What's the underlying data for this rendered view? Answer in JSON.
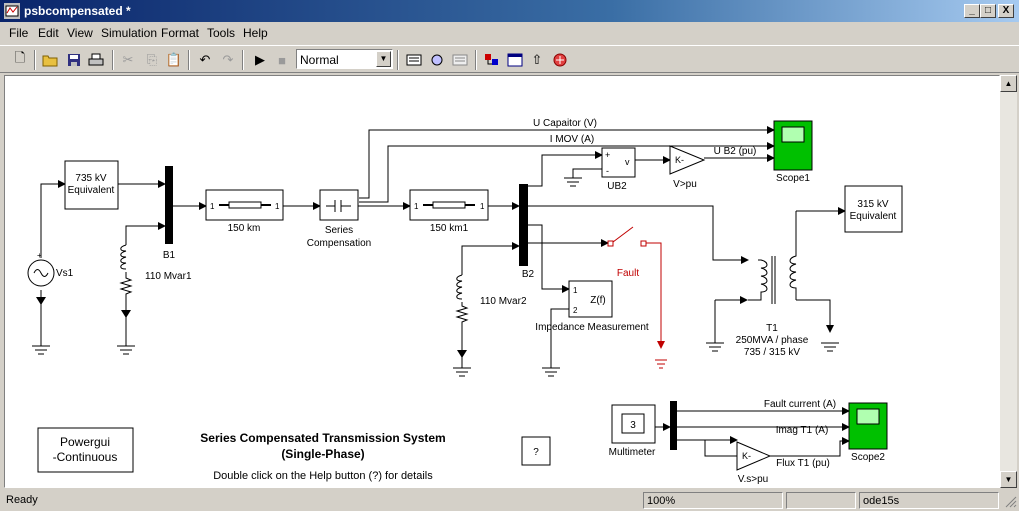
{
  "window": {
    "title": "psbcompensated *",
    "controls": [
      "_",
      "□",
      "X"
    ]
  },
  "menu": [
    "File",
    "Edit",
    "View",
    "Simulation",
    "Format",
    "Tools",
    "Help"
  ],
  "toolbar": {
    "sim_mode": "Normal"
  },
  "diagram": {
    "title_line1": "Series Compensated Transmission System",
    "title_line2": "(Single-Phase)",
    "help_hint": "Double click on the Help button (?) for details",
    "powergui_line1": "Powergui",
    "powergui_line2": "-Continuous",
    "help_button": "?",
    "source_735": [
      "735 kV",
      "Equivalent"
    ],
    "source_315": [
      "315 kV",
      "Equivalent"
    ],
    "vs1": "Vs1",
    "b1": "B1",
    "b2": "B2",
    "line1": "150 km",
    "line2": "150 km1",
    "series_comp": [
      "Series",
      "Compensation"
    ],
    "shunt1": "110 Mvar1",
    "shunt2": "110 Mvar2",
    "ub2": "UB2",
    "vpu": "V>pu",
    "vs_pu": "V.s>pu",
    "gain": "K-",
    "scope1": "Scope1",
    "scope2": "Scope2",
    "sig_ucap": "U Capaitor (V)",
    "sig_imov": "I MOV (A)",
    "sig_ub2": "U B2 (pu)",
    "sig_fault_current": "Fault current (A)",
    "sig_imag": "Imag  T1 (A)",
    "sig_flux": "Flux  T1 (pu)",
    "fault": "Fault",
    "zf": "Z(f)",
    "impedance": "Impedance Measurement",
    "t1": [
      "T1",
      "250MVA / phase",
      "735 / 315 kV"
    ],
    "multimeter": "Multimeter",
    "multimeter_value": "3",
    "port1": "1",
    "port2": "2",
    "plus": "+",
    "minus": "-",
    "v": "v"
  },
  "status": {
    "left": "Ready",
    "zoom": "100%",
    "solver": "ode15s"
  },
  "colors": {
    "scope_green": "#00c000",
    "fault_red": "#c00000",
    "title_blue": "#0a246a"
  }
}
